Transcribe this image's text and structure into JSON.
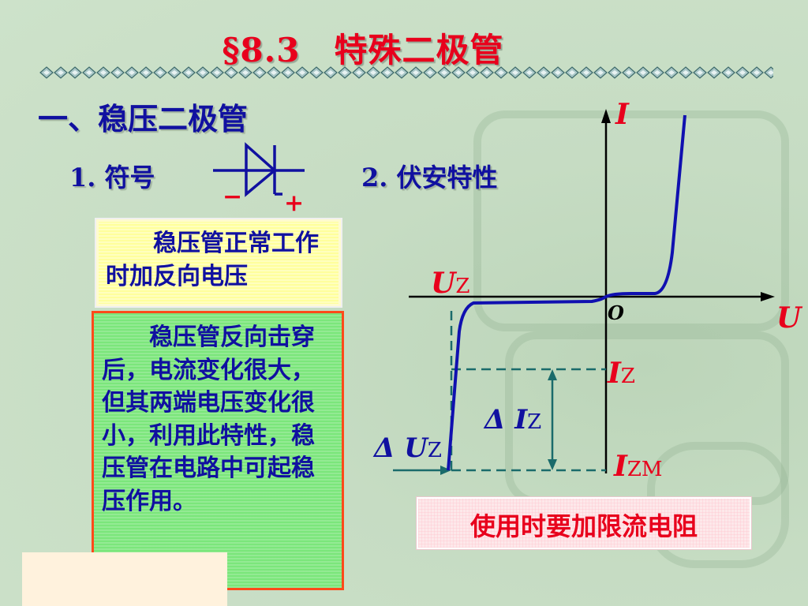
{
  "title": "§8.3　特殊二极管",
  "section": "一、稳压二极管",
  "symbol": {
    "label": "1. 符号",
    "minus": "−",
    "plus": "+"
  },
  "characteristic": {
    "label": "2. 伏安特性"
  },
  "notes": {
    "box1": "稳压管正常工作时加反向电压",
    "box2": "稳压管反向击穿后，电流变化很大，但其两端电压变化很小，利用此特性，稳压管在电路中可起稳压作用。",
    "box3": "使用时要加限流电阻"
  },
  "graph": {
    "axis_i": "I",
    "axis_u": "U",
    "origin": "O",
    "uz": "U",
    "uz_sub": "Z",
    "iz": "I",
    "iz_sub": "Z",
    "delta_iz": "Δ I",
    "delta_iz_sub": "Z",
    "delta_uz": "Δ U",
    "delta_uz_sub": "Z",
    "izm": "I",
    "izm_sub": "ZM"
  },
  "colors": {
    "title": "#e8001c",
    "text": "#1010a0",
    "curve": "#1010b0",
    "dashed": "#1a6b6b"
  }
}
